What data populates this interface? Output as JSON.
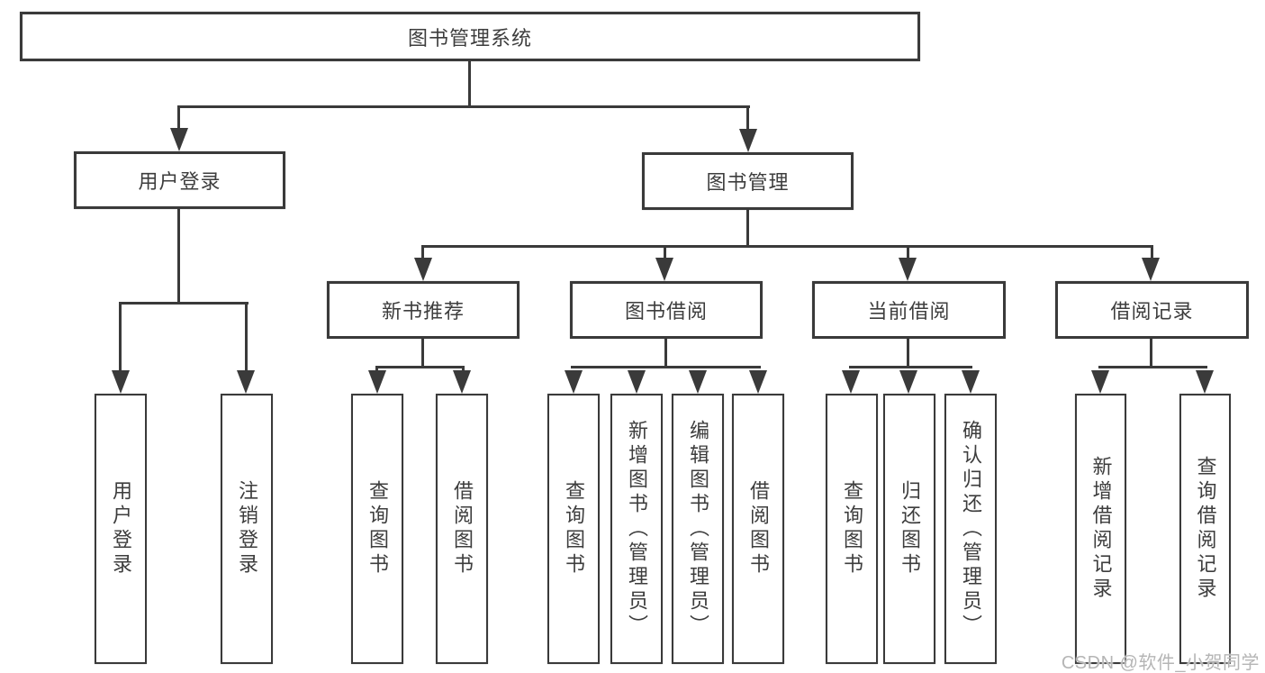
{
  "root": {
    "label": "图书管理系统"
  },
  "level2": [
    {
      "label": "用户登录"
    },
    {
      "label": "图书管理"
    }
  ],
  "level3": [
    {
      "label": "新书推荐"
    },
    {
      "label": "图书借阅"
    },
    {
      "label": "当前借阅"
    },
    {
      "label": "借阅记录"
    }
  ],
  "leaves": [
    {
      "label": "用户登录"
    },
    {
      "label": "注销登录"
    },
    {
      "label": "查询图书"
    },
    {
      "label": "借阅图书"
    },
    {
      "label": "查询图书"
    },
    {
      "label": "新增图书（管理员）"
    },
    {
      "label": "编辑图书（管理员）"
    },
    {
      "label": "借阅图书"
    },
    {
      "label": "查询图书"
    },
    {
      "label": "归还图书"
    },
    {
      "label": "确认归还（管理员）"
    },
    {
      "label": "新增借阅记录"
    },
    {
      "label": "查询借阅记录"
    }
  ],
  "watermark": {
    "text": "CSDN @软件_小贺同学"
  },
  "colors": {
    "line": "#3a3a3a",
    "text": "#3d3d3d",
    "watermark": "#b5b5b5",
    "background": "#ffffff"
  }
}
